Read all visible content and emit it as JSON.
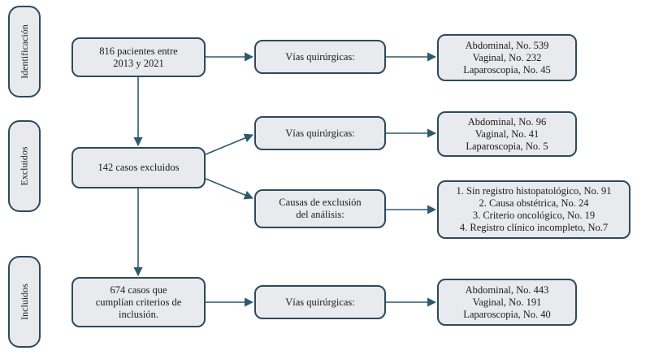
{
  "phases": {
    "identification": "Identificación",
    "excluded": "Excluidos",
    "included": "Incluidos"
  },
  "nodes": {
    "total": [
      "816 pacientes entre",
      "2013 y 2021"
    ],
    "excluded": [
      "142 casos excluidos"
    ],
    "included": [
      "674 casos que",
      "cumplían criterios de",
      "inclusión."
    ],
    "routes_total": [
      "Vías quirúrgicas:"
    ],
    "routes_excluded": [
      "Vías quirúrgicas:"
    ],
    "exclusion_causes": [
      "Causas de exclusión",
      "del análisis:"
    ],
    "routes_included": [
      "Vías quirúrgicas:"
    ],
    "result_total": [
      "Abdominal, No. 539",
      "Vaginal, No. 232",
      "Laparoscopia, No. 45"
    ],
    "result_excluded": [
      "Abdominal, No. 96",
      "Vaginal, No. 41",
      "Laparoscopia, No. 5"
    ],
    "result_causes": [
      "1. Sin registro histopatológico, No. 91",
      "2. Causa obstétrica, No. 24",
      "3. Criterio oncológico, No. 19",
      "4. Registro clínico incompleto, No.7"
    ],
    "result_included": [
      "Abdominal, No. 443",
      "Vaginal, No. 191",
      "Laparoscopia, No. 40"
    ]
  },
  "colors": {
    "border": "#2d4a5e",
    "fill": "#e8eaee",
    "arrow": "#2d5a6e"
  }
}
